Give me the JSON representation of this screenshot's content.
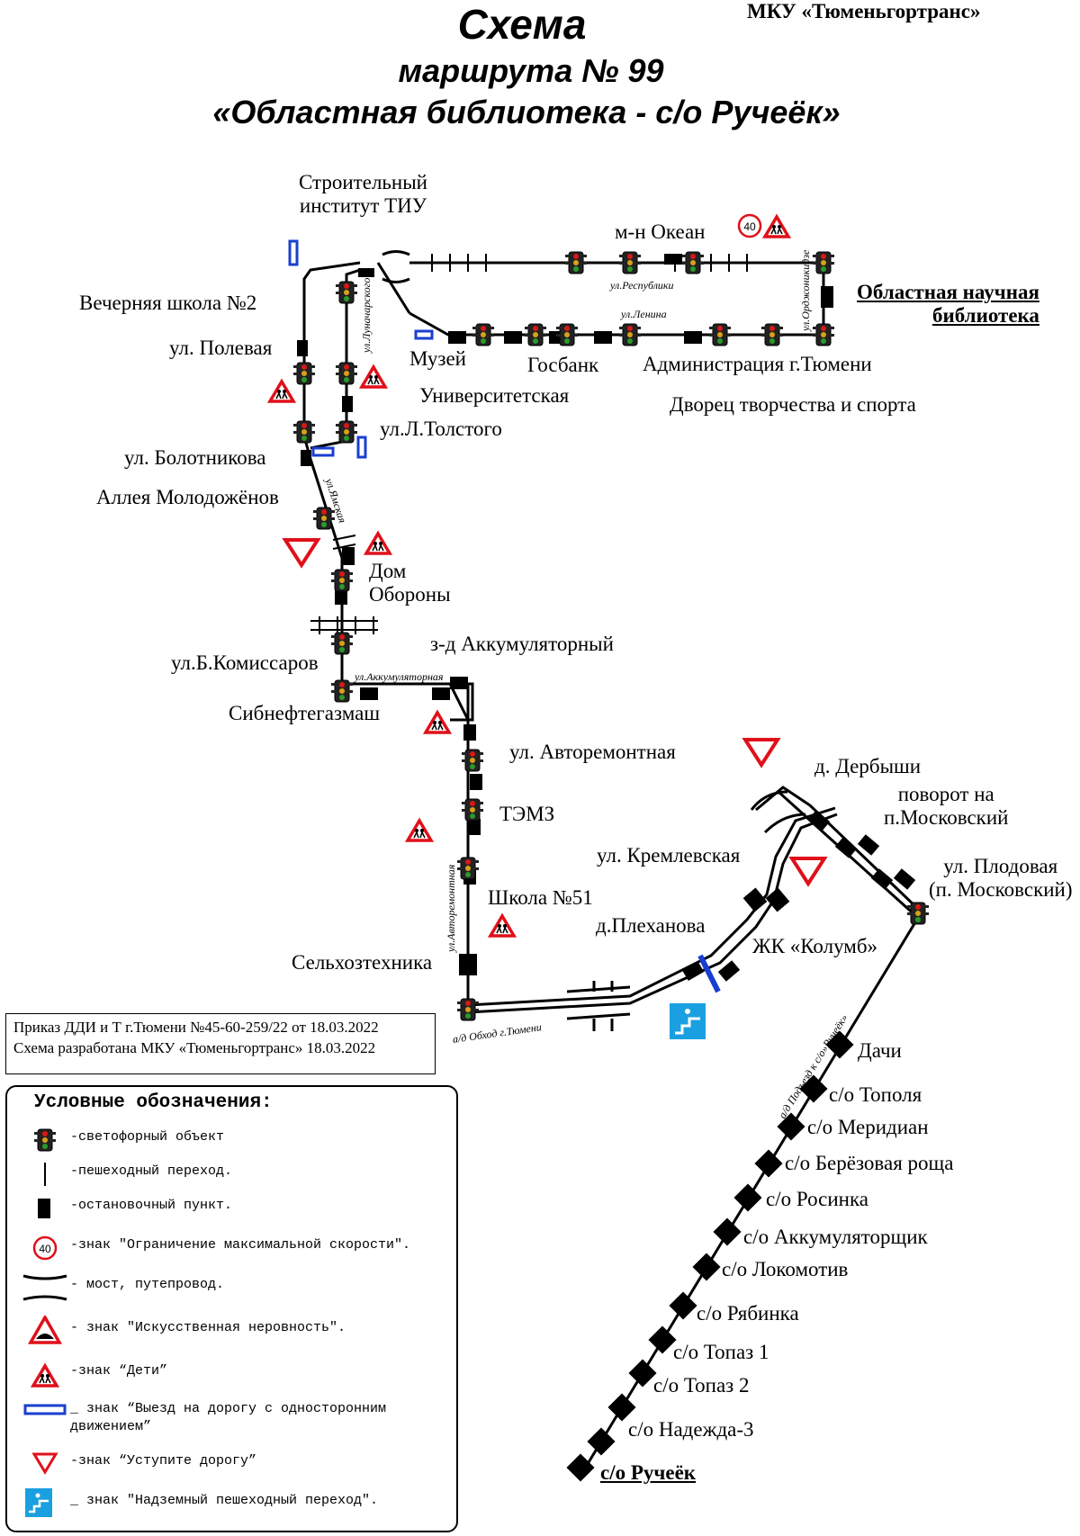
{
  "header": {
    "title": "Схема",
    "subtitle": "маршрута № 99",
    "route_name": "«Областная библиотека - с/о Ручеёк»",
    "organization": "МКУ «Тюменьгортранс»"
  },
  "stops": {
    "stroitelny": "Строительный\nинститут ТИУ",
    "okean": "м-н Океан",
    "oblastnaya": "Областная научная\nбиблиотека",
    "vechernyaya": "Вечерняя школа №2",
    "polevaya": "ул. Полевая",
    "muzey": "Музей",
    "gosbank": "Госбанк",
    "administration": "Администрация г.Тюмени",
    "universitetskaya": "Университетская",
    "dvorets": "Дворец творчества и спорта",
    "tolstogo": "ул.Л.Толстого",
    "bolotnikova": "ул. Болотникова",
    "alleya": "Аллея Молодожёнов",
    "dom_oborony": "Дом\nОбороны",
    "akkumulyatorny": "з-д Аккумуляторный",
    "komissarov": "ул.Б.Комиссаров",
    "sibneftegazmash": "Сибнефтегазмаш",
    "avtoremontnaya": "ул. Авторемонтная",
    "temz": "ТЭМЗ",
    "shkola51": "Школа №51",
    "selkhoztekhnika": "Сельхозтехника",
    "kremlevskaya": "ул. Кремлевская",
    "plekhanova": "д.Плеханова",
    "kolumb": "ЖК «Колумб»",
    "derbyshi": "д. Дербыши",
    "povorot": "поворот на\nп.Московский",
    "plodovaya": "ул. Плодовая\n(п. Московский)",
    "dachi": "Дачи",
    "topolya": "с/о Тополя",
    "meridian": "с/о Меридиан",
    "berezovaya": "с/о Берёзовая роща",
    "rosinka": "с/о Росинка",
    "akkumulyatorshchik": "с/о Аккумуляторщик",
    "lokomotiv": "с/о Локомотив",
    "ryabinka": "с/о Рябинка",
    "topaz1": "с/о Топаз 1",
    "topaz2": "с/о Топаз 2",
    "nadezhda3": "с/о Надежда-3",
    "rucheek": "с/о Ручеёк"
  },
  "streets": {
    "respubliki": "ул.Республики",
    "lenina": "ул.Ленина",
    "ordzhonikidze": "ул.Орджоникидзе",
    "lunacharskogo": "ул.Луначарского",
    "yamskaya": "ул.Ямская",
    "akkumulyatornaya": "ул.Аккумуляторная",
    "avtoremontnaya": "ул.Авторемонтная",
    "obkhod": "а/д Обход г.Тюмени",
    "podezd": "а/д Подъезд к с/о»Ручеёк»"
  },
  "speed_sign": "40",
  "order_box": {
    "line1": "Приказ ДДИ и Т г.Тюмени №45-60-259/22 от 18.03.2022",
    "line2": "Схема разработана МКУ «Тюменьгортранс» 18.03.2022"
  },
  "legend": {
    "title": "Условные обозначения:",
    "items": [
      {
        "icon": "traffic-light-icon",
        "text": "-светофорный объект"
      },
      {
        "icon": "pedestrian-crossing-icon",
        "text": "-пешеходный переход."
      },
      {
        "icon": "bus-stop-icon",
        "text": "-остановочный пункт."
      },
      {
        "icon": "speed-limit-icon",
        "text": "-знак \"Ограничение максимальной скорости\"."
      },
      {
        "icon": "bridge-icon",
        "text": "- мост, путепровод."
      },
      {
        "icon": "speed-bump-sign-icon",
        "text": "- знак \"Искусственная неровность\"."
      },
      {
        "icon": "children-sign-icon",
        "text": "-знак “Дети”"
      },
      {
        "icon": "one-way-exit-icon",
        "text": "_ знак “Выезд на дорогу с односторонним движением”"
      },
      {
        "icon": "give-way-icon",
        "text": "-знак “Уступите дорогу”"
      },
      {
        "icon": "overpass-crossing-icon",
        "text": "_ знак \"Надземный пешеходный переход\"."
      }
    ]
  },
  "colors": {
    "route": "#000000",
    "sign_red": "#e0101a",
    "one_way_blue": "#1a3fd0",
    "overpass_blue": "#1aa0e0",
    "traffic_light_red": "#d81818"
  }
}
